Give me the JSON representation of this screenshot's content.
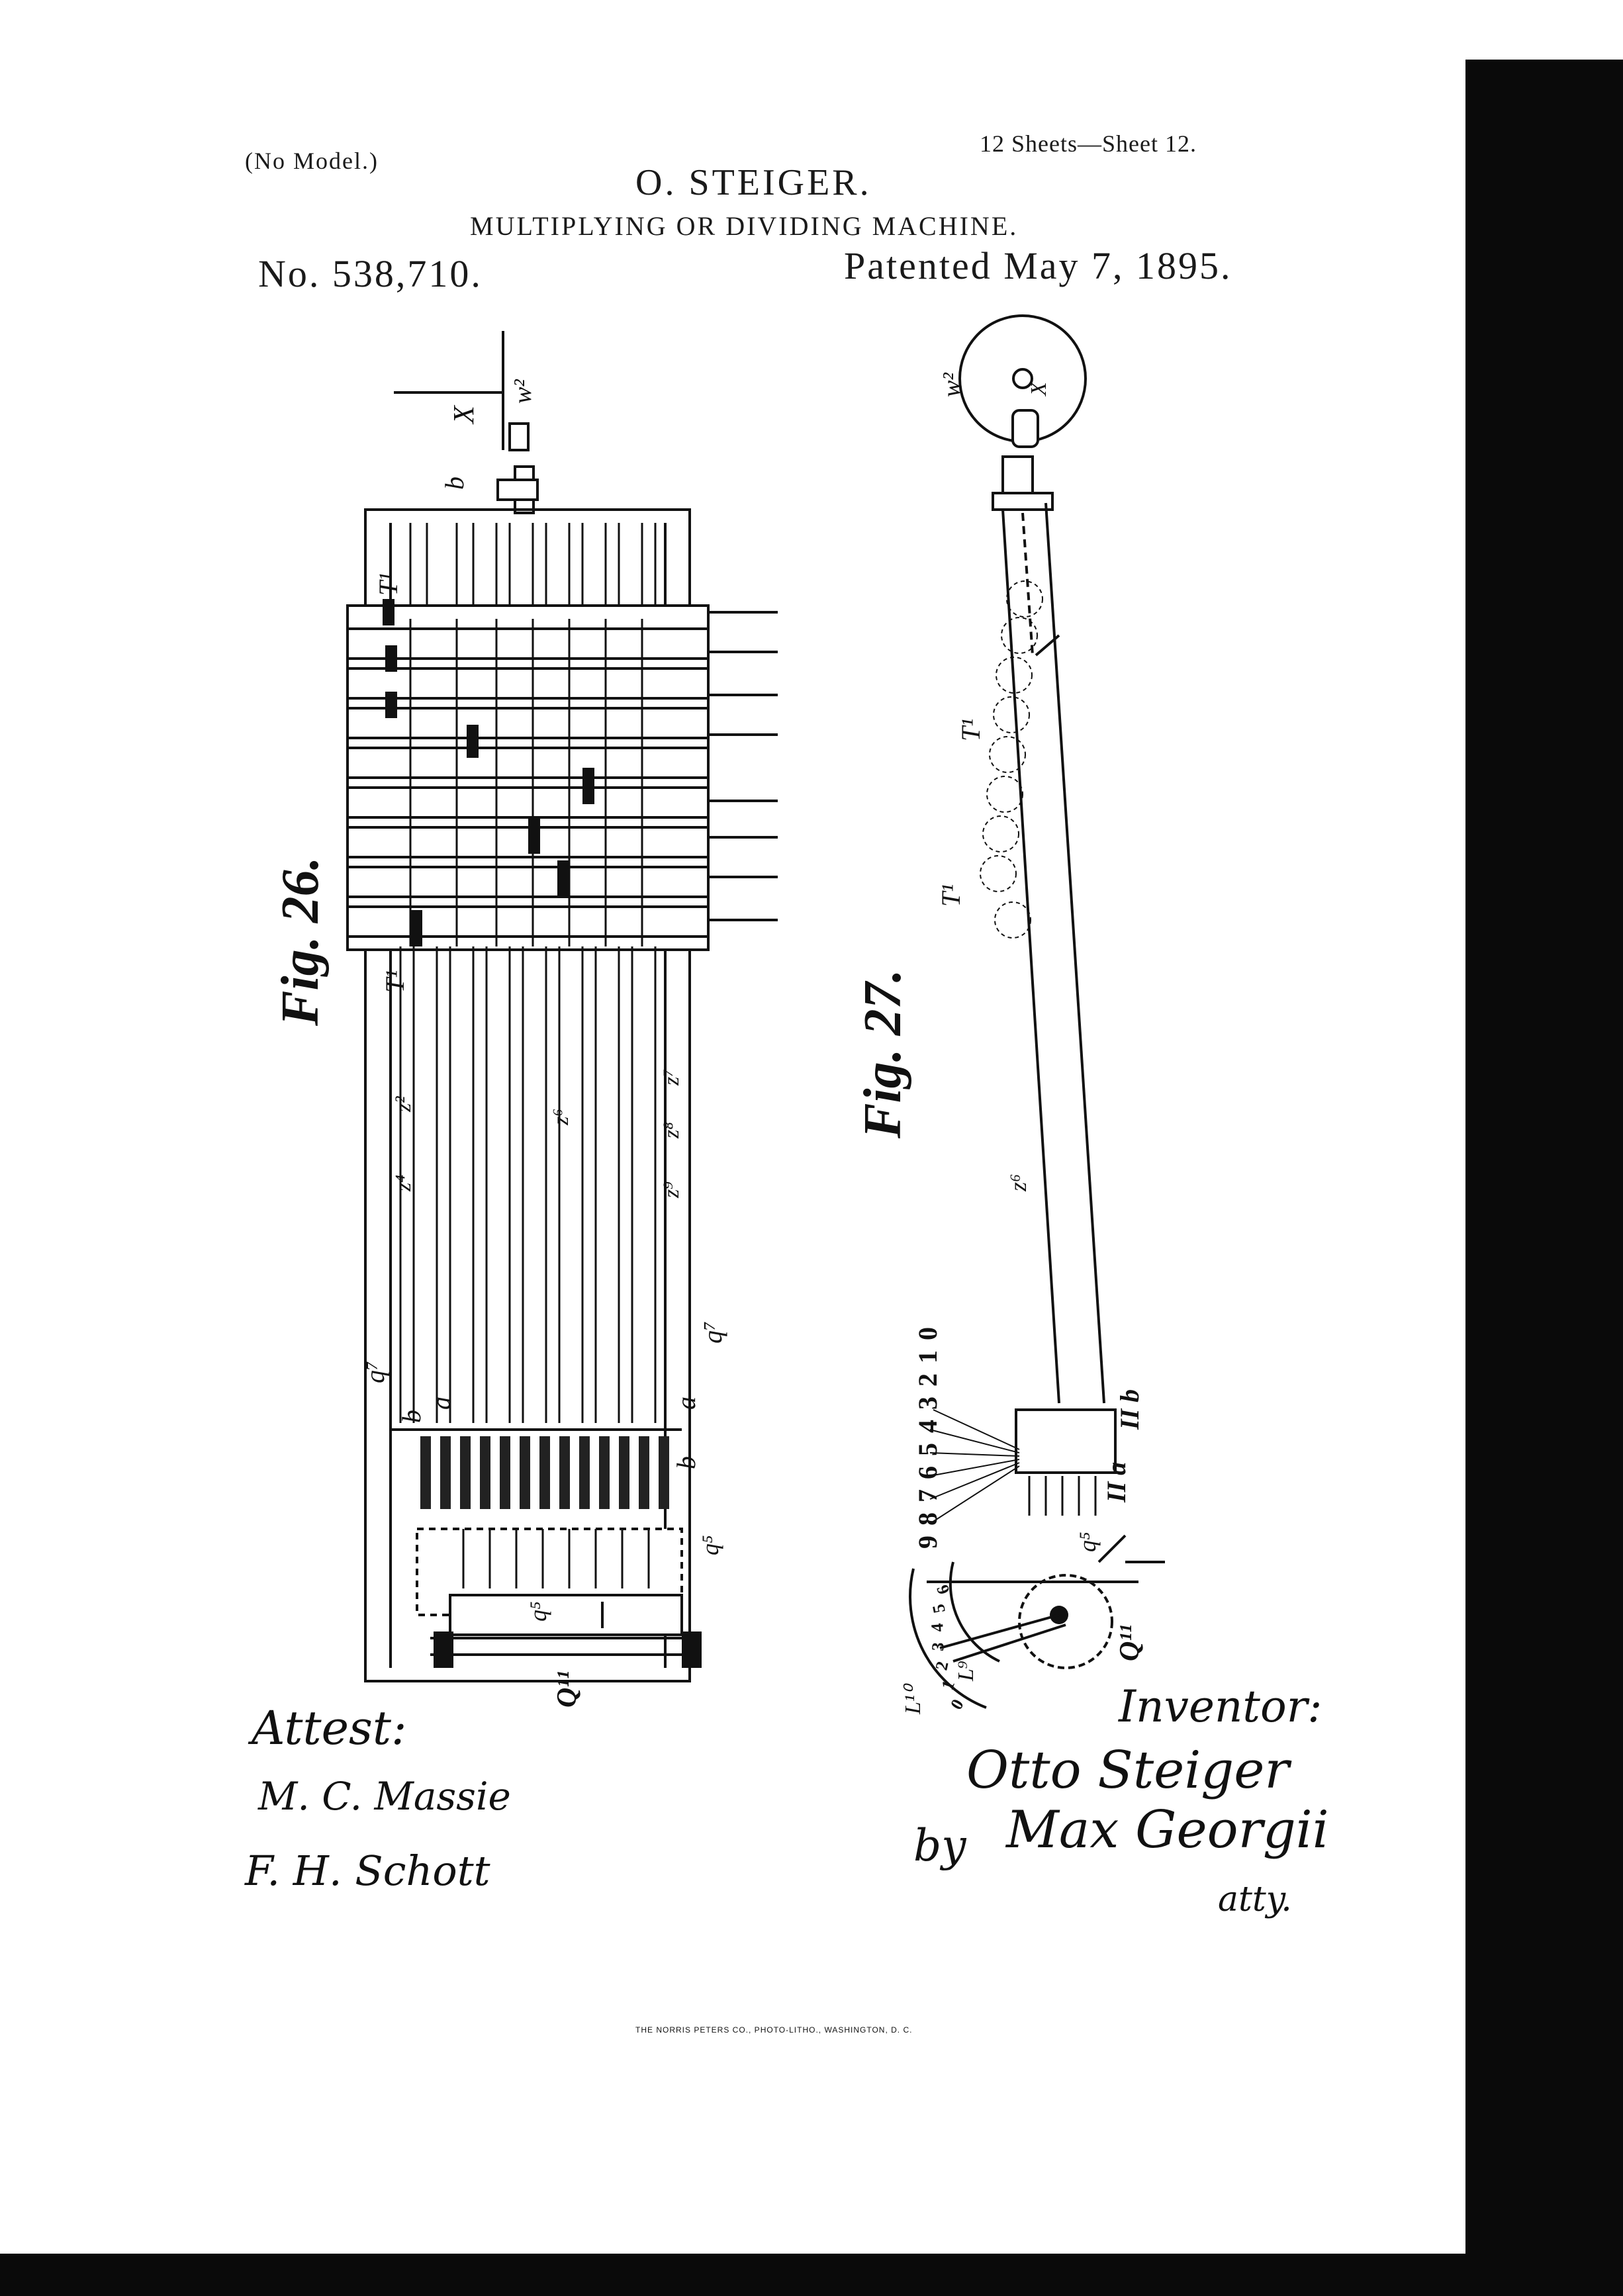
{
  "header": {
    "no_model": "(No Model.)",
    "sheets": "12 Sheets—Sheet 12.",
    "inventor_name": "O. STEIGER.",
    "machine_title": "MULTIPLYING OR DIVIDING MACHINE.",
    "patent_number": "No. 538,710.",
    "patent_date": "Patented May 7, 1895."
  },
  "figures": {
    "fig26": {
      "title": "Fig. 26.",
      "labels": [
        "b",
        "X",
        "w²",
        "T¹",
        "T¹",
        "z²",
        "z⁴",
        "z⁶",
        "z⁷",
        "z⁸",
        "z⁹",
        "q⁷",
        "q⁷",
        "b",
        "a",
        "a",
        "b",
        "q⁵",
        "q⁵",
        "Q¹¹"
      ]
    },
    "fig27": {
      "title": "Fig. 27.",
      "labels": [
        "w²",
        "X",
        "T¹",
        "T¹",
        "z⁶",
        "II b",
        "II a",
        "q⁵",
        "Q¹¹",
        "L¹⁰",
        "L⁹"
      ],
      "scale_digits": [
        "9",
        "8",
        "7",
        "6",
        "5",
        "4",
        "3",
        "2",
        "1",
        "0"
      ],
      "dial_digits": [
        "0",
        "1",
        "2",
        "3",
        "4",
        "5",
        "6"
      ]
    }
  },
  "signatures": {
    "attest_label": "Attest:",
    "witness_1": "M. C. Massie",
    "witness_2": "F. H. Schott",
    "inventor_label": "Inventor:",
    "inventor_signature": "Otto Steiger",
    "by_label": "by",
    "attorney_signature": "Max Georgii",
    "attorney_label": "atty."
  },
  "footer": {
    "printer": "THE NORRIS PETERS CO., PHOTO-LITHO., WASHINGTON, D. C."
  }
}
